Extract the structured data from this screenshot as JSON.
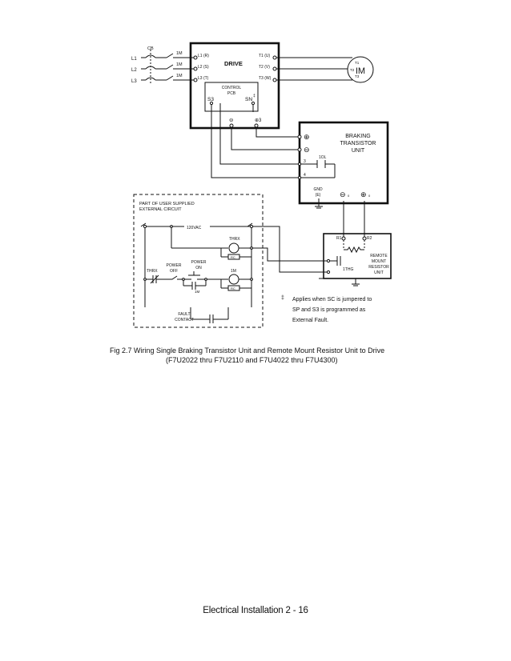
{
  "diagram": {
    "lines": [
      "L1",
      "L2",
      "L3"
    ],
    "cb": "CB",
    "contacts": [
      "1M",
      "1M",
      "1M"
    ],
    "drive": {
      "title": "DRIVE",
      "inputs": [
        "L1 (R)",
        "L2 (S)",
        "L3 (T)"
      ],
      "outputs": [
        "T1 (U)",
        "T2 (V)",
        "T3 (W)"
      ],
      "control_pcb": [
        "CONTROL",
        "PCB"
      ],
      "s3": "S3",
      "sn": "SN",
      "sn_mark": "‡",
      "minus": "⊖",
      "plus3": "⊕3"
    },
    "motor": {
      "label": "IM",
      "terminals": [
        "T1",
        "T2",
        "T3"
      ]
    },
    "braking": {
      "title": [
        "BRAKING",
        "TRANSISTOR",
        "UNIT"
      ],
      "plus": "⊕",
      "minus": "⊖",
      "t3": "3",
      "t4": "4",
      "contact": "1OL",
      "gnd": [
        "GND",
        "(E)"
      ],
      "bottom_minus": "⊖",
      "bottom_plus": "⊕",
      "sub": "0"
    },
    "resistor": {
      "r1": "R1",
      "r2": "R2",
      "thermal": "1THG",
      "title": [
        "REMOTE",
        "MOUNT",
        "RESISTOR",
        "UNIT"
      ]
    },
    "external": {
      "title": [
        "PART OF USER SUPPLIED",
        "EXTERNAL CIRCUIT"
      ],
      "vac": "120VAC",
      "thrx_coil": "THRX",
      "re_top": "RC",
      "thrx_contact": "THRX",
      "power_off": [
        "POWER",
        "OFF"
      ],
      "power_on": [
        "POWER",
        "ON"
      ],
      "coil_1m": "1M",
      "re_bottom": "RC",
      "aux_1m": "1M",
      "fault": [
        "FAULT",
        "CONTACT"
      ]
    },
    "note": {
      "symbol": "‡",
      "lines": [
        "Applies when SC is jumpered to",
        "SP and S3 is programmed as",
        "External Fault."
      ]
    }
  },
  "caption": {
    "line1": "Fig 2.7  Wiring Single Braking Transistor Unit and Remote Mount Resistor Unit to Drive",
    "line2": "(F7U2022 thru F7U2110 and F7U4022 thru F7U4300)"
  },
  "footer": "Electrical Installation  2 - 16"
}
